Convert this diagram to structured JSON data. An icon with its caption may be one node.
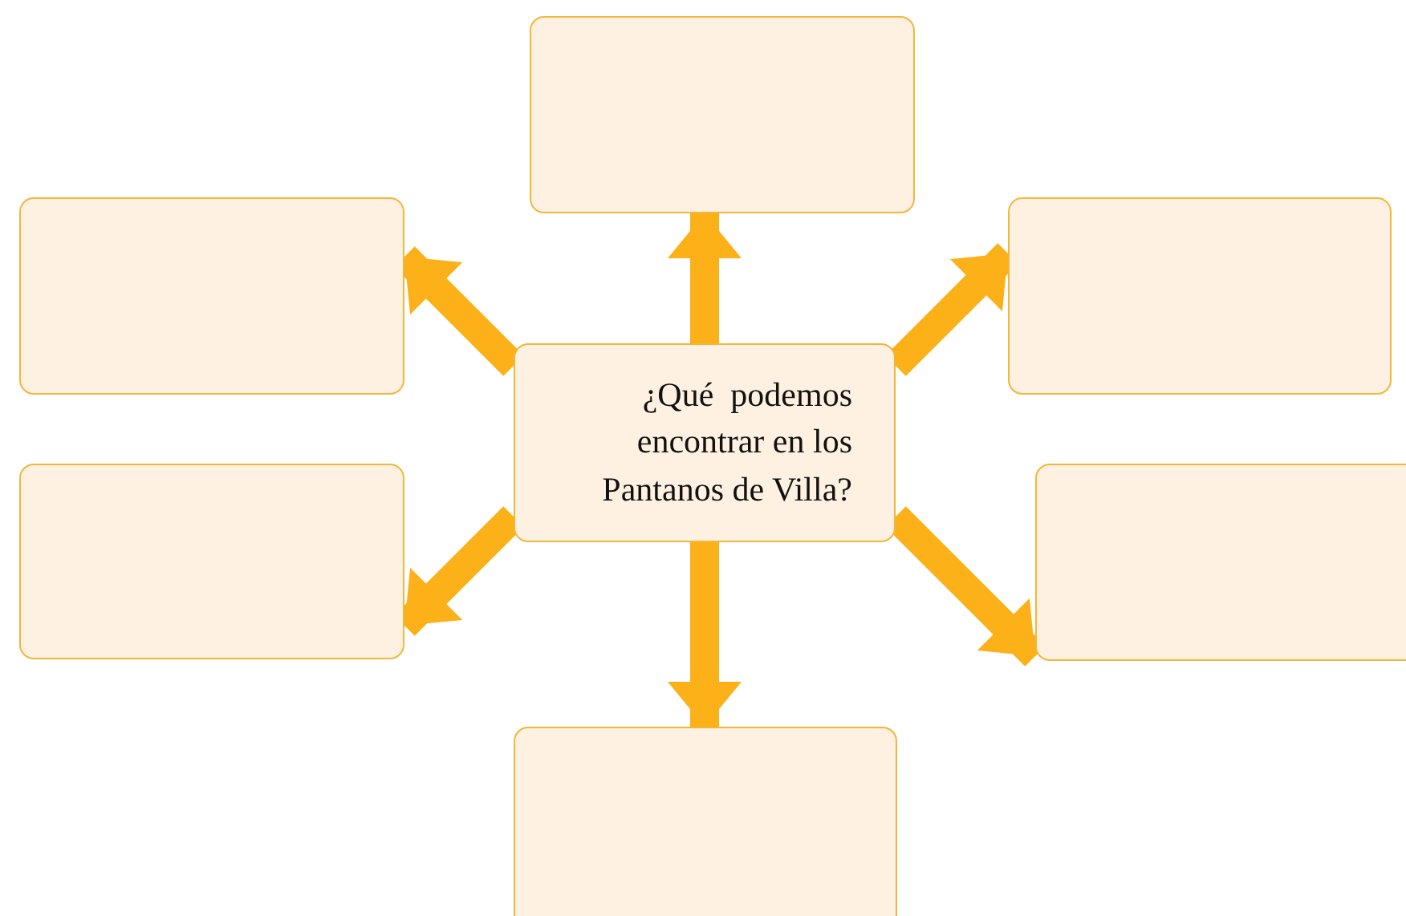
{
  "diagram": {
    "nodes": [
      {
        "text": [],
        "shape": "box"
      },
      {
        "text": [],
        "shape": "box"
      },
      {
        "text": [],
        "shape": "box"
      },
      {
        "text": [
          "¿Qué  podemos encontrar en los Pantanos de Villa?"
        ]
      },
      {
        "text": [],
        "shape": "box"
      },
      {
        "text": [],
        "shape": "box"
      },
      {
        "text": [],
        "shape": "box"
      }
    ],
    "edges": [
      {
        "from": 3,
        "to": 0,
        "arrow": "to"
      },
      {
        "from": 3,
        "to": 1,
        "arrow": "to"
      },
      {
        "from": 3,
        "to": 2,
        "arrow": "to"
      },
      {
        "from": 3,
        "to": 4,
        "arrow": "to"
      },
      {
        "from": 3,
        "to": 5,
        "arrow": "to"
      },
      {
        "from": 3,
        "to": 6,
        "arrow": "to"
      }
    ]
  }
}
